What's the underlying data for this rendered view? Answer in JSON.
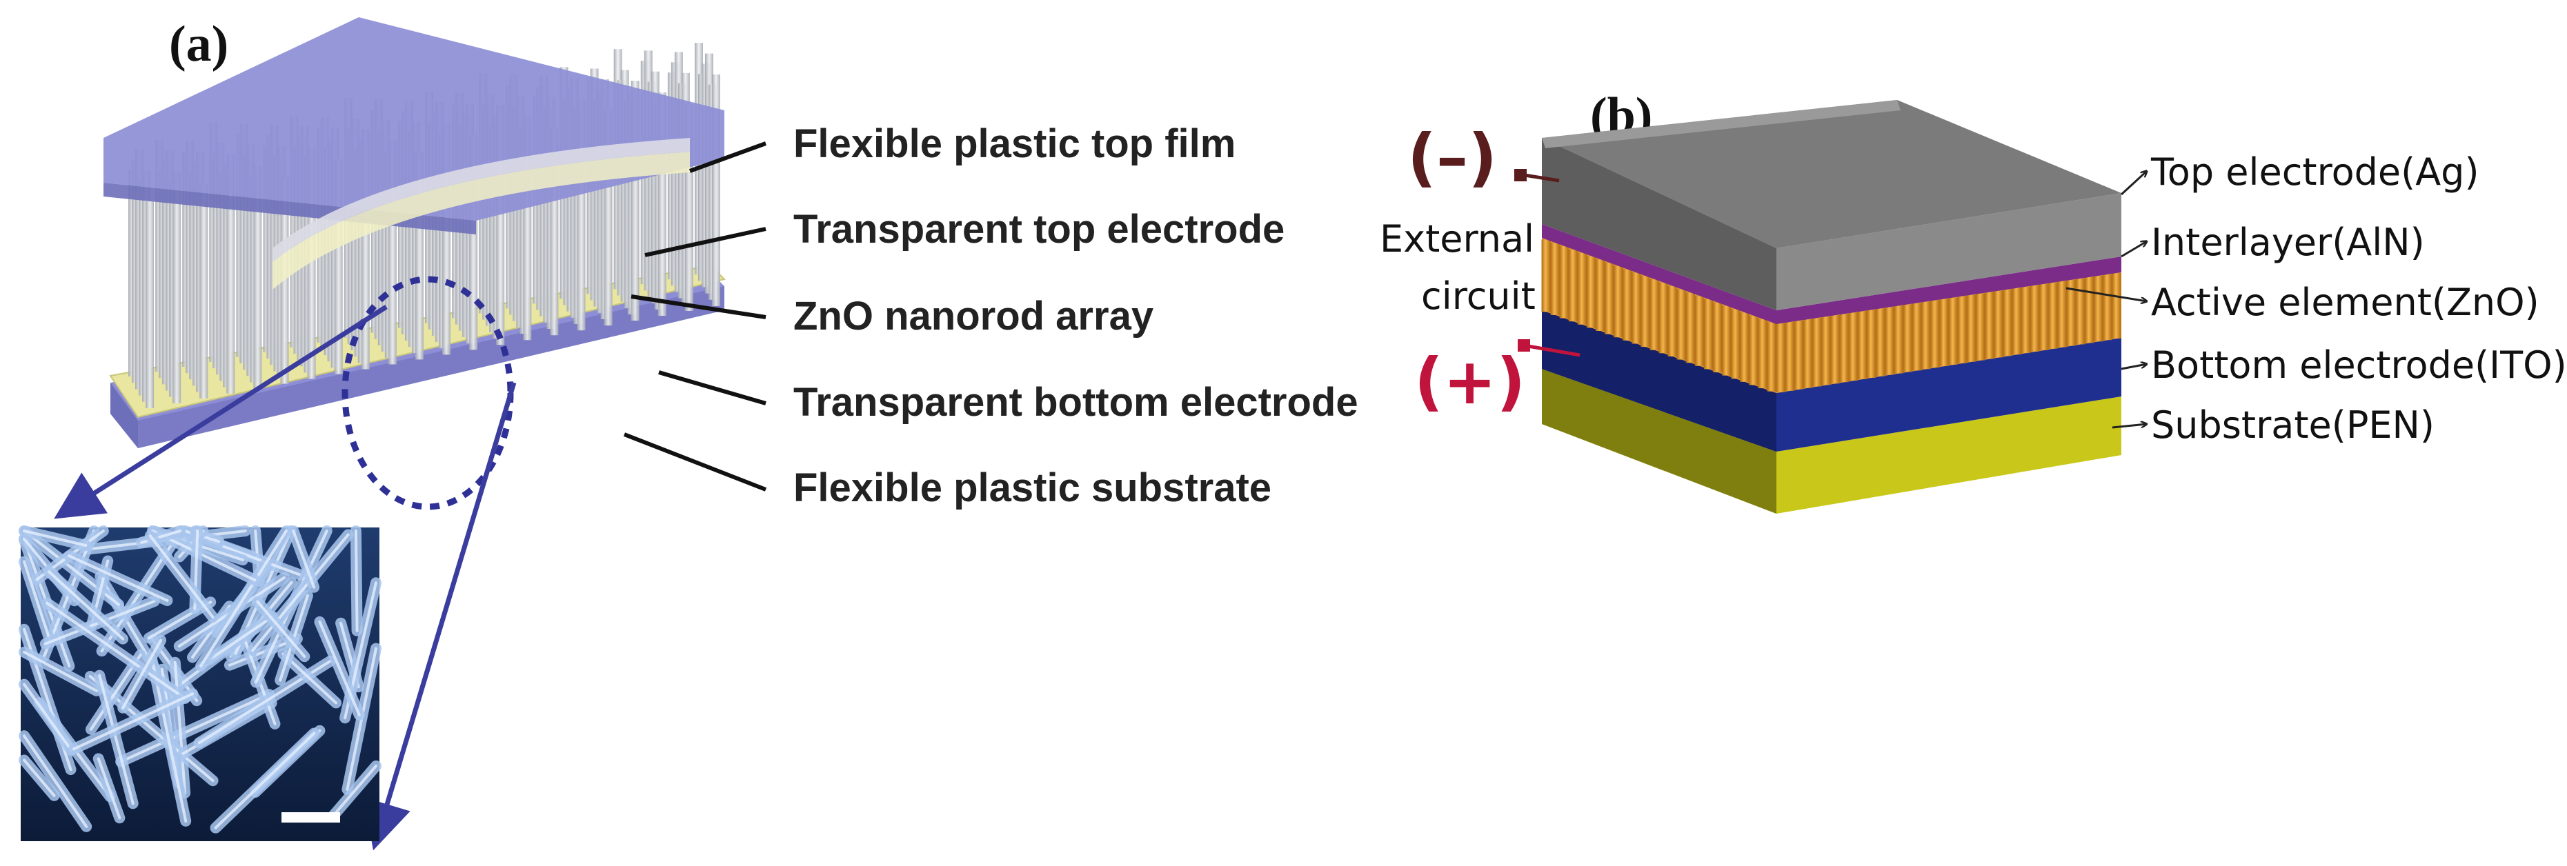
{
  "panel_a": {
    "label": "(a)",
    "callouts": [
      "Flexible plastic top film",
      "Transparent top electrode",
      "ZnO nanorod array",
      "Transparent bottom electrode",
      "Flexible plastic substrate"
    ]
  },
  "panel_b": {
    "label": "(b)",
    "negative_sign": "(–)",
    "positive_sign": "(+)",
    "circuit_label_line1": "External",
    "circuit_label_line2": "circuit",
    "layers": [
      "Top electrode(Ag)",
      "Interlayer(AlN)",
      "Active element(ZnO)",
      "Bottom electrode(ITO)",
      "Substrate(PEN)"
    ]
  },
  "colors": {
    "film": "#8d8ed6",
    "electrode": "#e8e6a0",
    "nanorod": "#cfd2d8",
    "arrow_blue": "#3a3d9e",
    "ag": "#7b7b7b",
    "aln": "#7b2c88",
    "zno": "#e9a23a",
    "ito": "#1f2f8f",
    "pen": "#c9c81a",
    "negative": "#5a1d1d",
    "positive": "#c0143c"
  }
}
